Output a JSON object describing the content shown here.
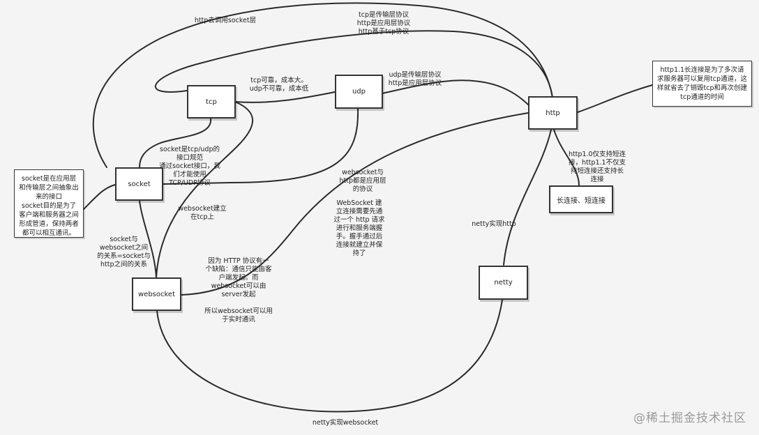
{
  "nodes": {
    "tcp": "tcp",
    "udp": "udp",
    "http": "http",
    "socket": "socket",
    "websocket": "websocket",
    "netty": "netty",
    "long_short": "长连接、短连接"
  },
  "notes": {
    "socket_note": "socket是在应用层和传输层之间抽象出来的接口\nsocket目的是为了客户端和服务器之间形成管道，保持两者都可以相互通讯。",
    "http_note": "http1.1长连接是为了多次请求服务器可以复用tcp通道，这样就省去了销毁tcp和再次创建tcp通道的时间"
  },
  "labels": {
    "http_socket": "http去调用socket层",
    "proto_top": "tcp是传输层协议\nhttp是应用层协议\nhttp基于tcp协议",
    "tcp_udp": "tcp可靠，成本大。\nudp不可靠，成本低",
    "udp_http": "udp是传输层协议\nhttp是应用层协议",
    "socket_spec": "socket是tcp/udp的\n接口规范\n通过socket接口，我\n们才能使用\nTCP/UDP协议",
    "ws_on_tcp": "websocket建立\n在tcp上",
    "ws_http_app": "websocket与\nhttp都是应用层\n的协议",
    "ws_handshake": "WebSocket 建\n立连接需要先通\n过一个 http 请求\n进行和服务端握\n手。握手通过后\n连接就建立并保\n持了",
    "http_versions": "http1.0仅支持短连\n接，http1.1不仅支\n持短连接还支持长\n连接",
    "netty_http": "netty实现http",
    "socket_ws_rel": "socket与\nwebsocket之间\n的关系=socket与\nhttp之间的关系",
    "http_defect": "因为 HTTP 协议有一\n个缺陷：通信只能由客\n户端发起。而\nwebsocket可以由\nserver发起\n\n所以websocket可以用\n于实时通讯",
    "netty_ws": "netty实现websocket"
  },
  "watermark": "@稀土掘金技术社区"
}
